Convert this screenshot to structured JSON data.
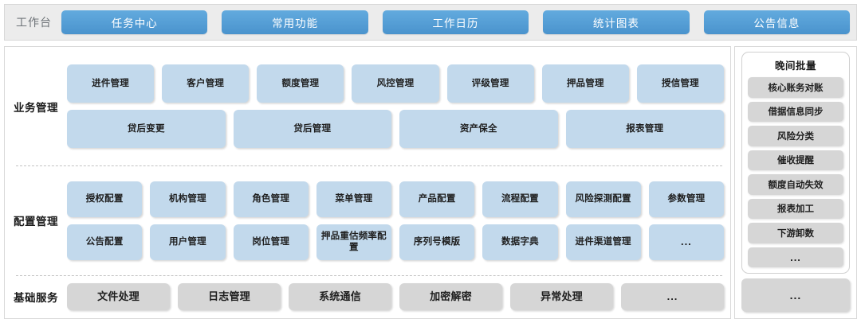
{
  "topbar": {
    "label": "工作台",
    "nav_items": [
      {
        "label": "任务中心"
      },
      {
        "label": "常用功能"
      },
      {
        "label": "工作日历"
      },
      {
        "label": "统计图表"
      },
      {
        "label": "公告信息"
      }
    ],
    "accent_color": "#569fd6"
  },
  "main": {
    "sections": [
      {
        "key": "business",
        "label": "业务管理",
        "tile_color": "#c2d9ec",
        "rows": [
          {
            "tiles": [
              {
                "label": "进件管理"
              },
              {
                "label": "客户管理"
              },
              {
                "label": "额度管理"
              },
              {
                "label": "风控管理"
              },
              {
                "label": "评级管理"
              },
              {
                "label": "押品管理"
              },
              {
                "label": "授信管理"
              }
            ]
          },
          {
            "tiles": [
              {
                "label": "贷后变更"
              },
              {
                "label": "贷后管理"
              },
              {
                "label": "资产保全"
              },
              {
                "label": "报表管理"
              }
            ]
          }
        ]
      },
      {
        "key": "config",
        "label": "配置管理",
        "tile_color": "#c2d9ec",
        "rows": [
          {
            "tiles": [
              {
                "label": "授权配置"
              },
              {
                "label": "机构管理"
              },
              {
                "label": "角色管理"
              },
              {
                "label": "菜单管理"
              },
              {
                "label": "产品配置"
              },
              {
                "label": "流程配置"
              },
              {
                "label": "风险探测配置"
              },
              {
                "label": "参数管理"
              }
            ]
          },
          {
            "tiles": [
              {
                "label": "公告配置"
              },
              {
                "label": "用户管理"
              },
              {
                "label": "岗位管理"
              },
              {
                "label": "押品重估频率配置"
              },
              {
                "label": "序列号模版"
              },
              {
                "label": "数据字典"
              },
              {
                "label": "进件渠道管理"
              },
              {
                "label": "..."
              }
            ]
          }
        ]
      },
      {
        "key": "basic",
        "label": "基础服务",
        "tile_color": "#d6d6d6",
        "rows": [
          {
            "tiles": [
              {
                "label": "文件处理"
              },
              {
                "label": "日志管理"
              },
              {
                "label": "系统通信"
              },
              {
                "label": "加密解密"
              },
              {
                "label": "异常处理"
              },
              {
                "label": "..."
              }
            ]
          }
        ]
      }
    ]
  },
  "right_panel": {
    "batch": {
      "title": "晚间批量",
      "items": [
        {
          "label": "核心账务对账"
        },
        {
          "label": "借据信息同步"
        },
        {
          "label": "风险分类"
        },
        {
          "label": "催收提醒"
        },
        {
          "label": "额度自动失效"
        },
        {
          "label": "报表加工"
        },
        {
          "label": "下游卸数"
        },
        {
          "label": "..."
        }
      ]
    },
    "more_label": "..."
  }
}
